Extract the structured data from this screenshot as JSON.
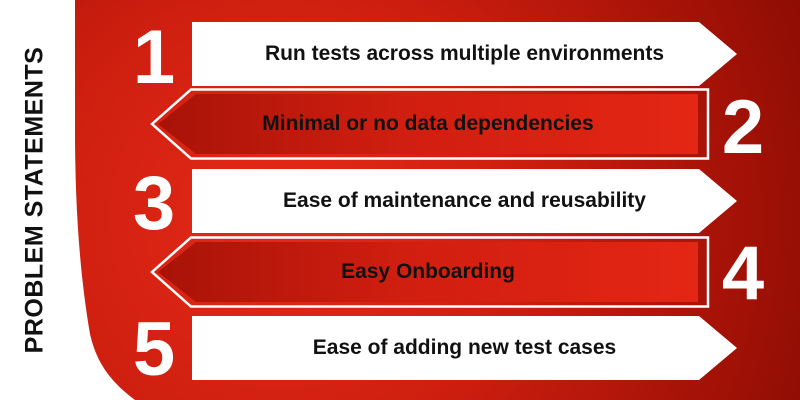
{
  "sidebar": {
    "label": "PROBLEM STATEMENTS"
  },
  "colors": {
    "accent": "#d01e10",
    "dark_red": "#a51207",
    "banner_text": "#111111",
    "light": "#ffffff"
  },
  "items": [
    {
      "number": "1",
      "text": "Run tests across multiple environments"
    },
    {
      "number": "2",
      "text": "Minimal or no data dependencies"
    },
    {
      "number": "3",
      "text": "Ease of maintenance and reusability"
    },
    {
      "number": "4",
      "text": "Easy Onboarding"
    },
    {
      "number": "5",
      "text": "Ease of adding new test cases"
    }
  ]
}
